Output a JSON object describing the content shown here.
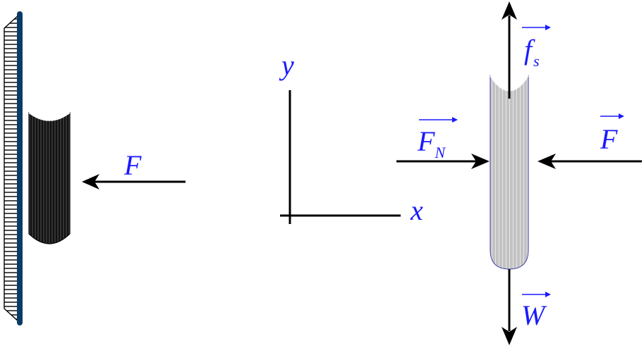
{
  "left_scene": {
    "force_label": "F"
  },
  "axes": {
    "y_label": "y",
    "x_label": "x"
  },
  "free_body": {
    "friction_main": "f",
    "friction_sub": "s",
    "normal_main": "F",
    "normal_sub": "N",
    "applied_label": "F",
    "weight_label": "W"
  },
  "colors": {
    "label": "#1a1aff",
    "wall": "#0b3a66",
    "object_dark": "#111111",
    "object_light": "#bdbdbd"
  }
}
